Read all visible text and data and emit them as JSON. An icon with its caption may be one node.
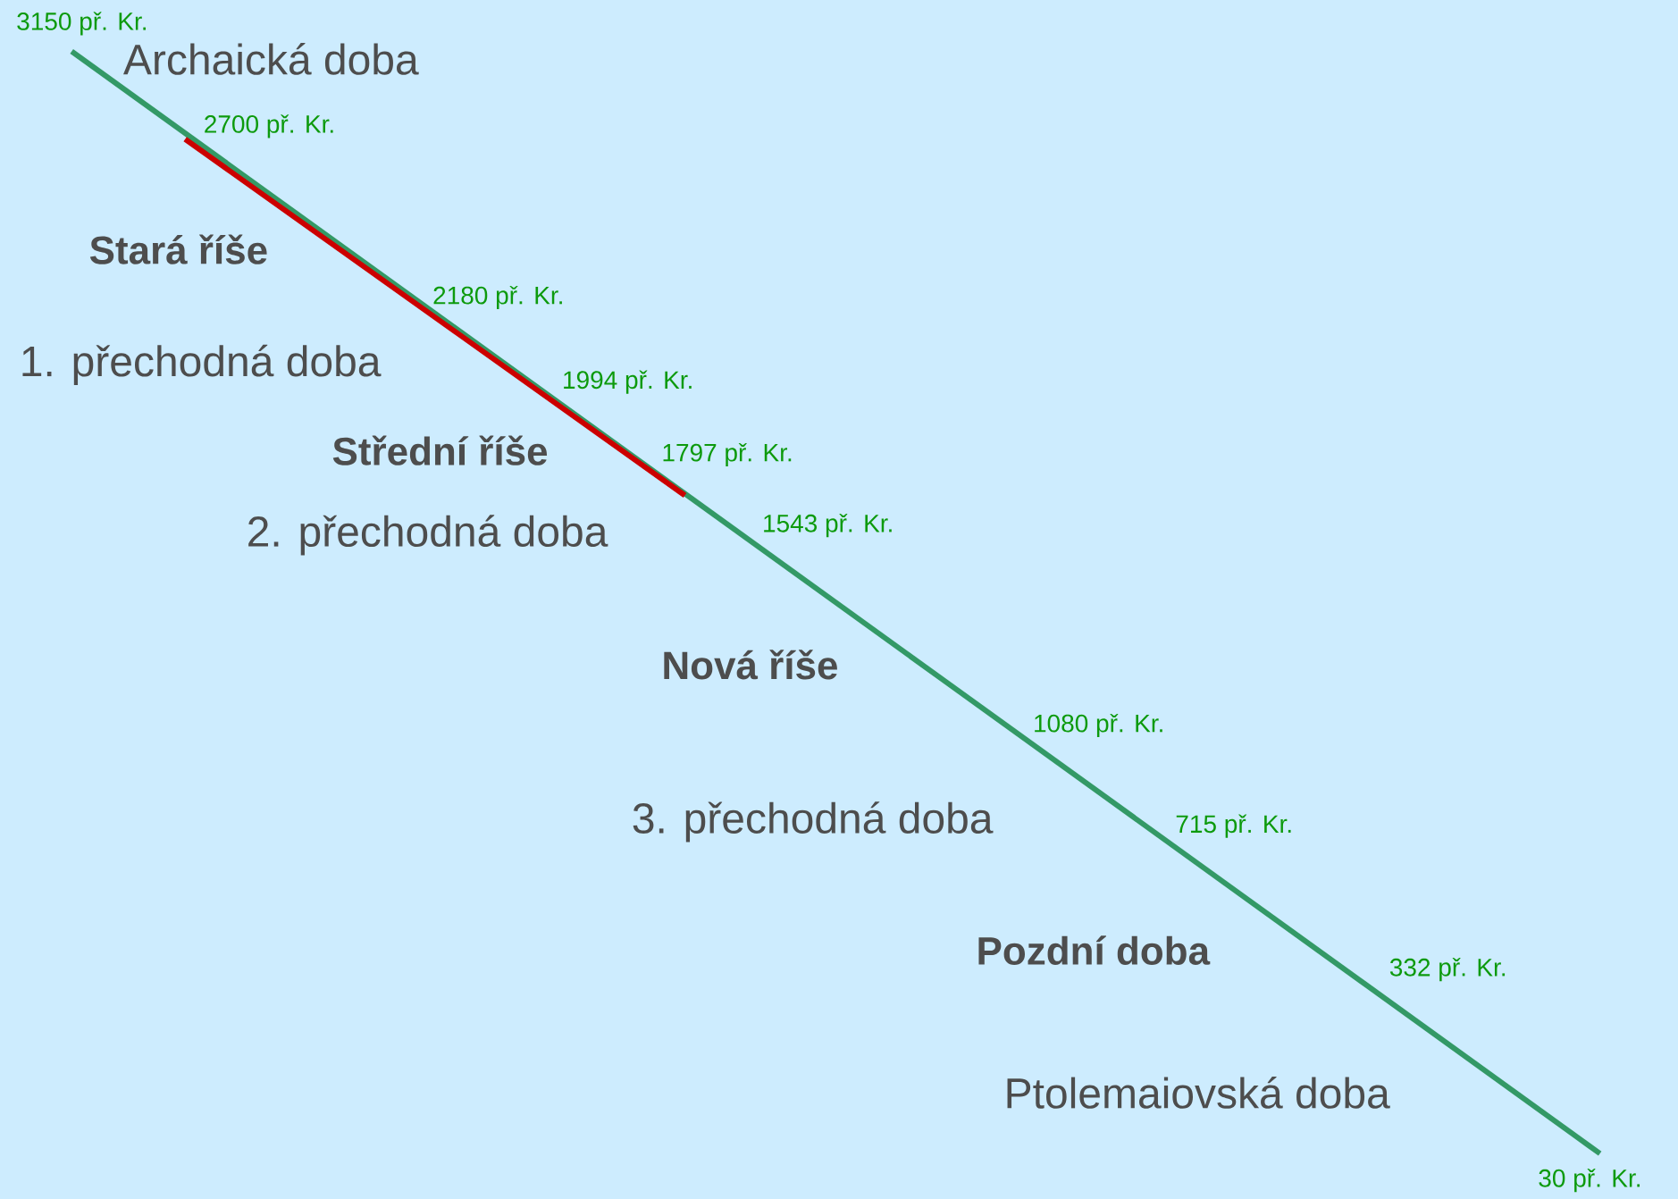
{
  "diagram": {
    "labels": [
      "3150 př. Kr.",
      "Archaická doba",
      "2700 př. Kr.",
      "Stará říše",
      "2180 př. Kr.",
      "1. přechodná doba",
      "1994 př. Kr.",
      "Střední říše",
      "1797 př. Kr.",
      "2. přechodná doba",
      "1543 př. Kr.",
      "Nová říše",
      "1080 př. Kr.",
      "3. přechodná doba",
      "715 př. Kr.",
      "Pozdní doba",
      "332 př. Kr.",
      "Ptolemaiovská doba",
      "30 př. Kr."
    ]
  }
}
